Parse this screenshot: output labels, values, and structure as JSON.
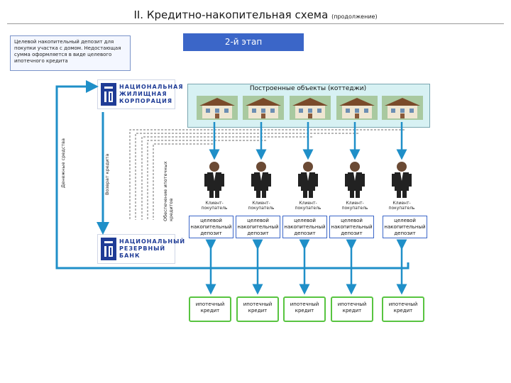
{
  "header": {
    "title": "II. Кредитно-накопительная схема",
    "subtitle": "(продолжение)"
  },
  "note": {
    "text": "Целевой накопительный депозит для покупки участка с домом. Недостающая сумма оформляется в виде целевого ипотечного кредита"
  },
  "stage": {
    "label": "2-й этап"
  },
  "top_logo": {
    "lines": [
      "НАЦИОНАЛЬНАЯ",
      "ЖИЛИЩНАЯ",
      "КОРПОРАЦИЯ"
    ]
  },
  "bottom_logo": {
    "lines": [
      "НАЦИОНАЛЬНЫЙ",
      "РЕЗЕРВНЫЙ",
      "БАНК"
    ]
  },
  "houses": {
    "label": "Построенные объекты (коттеджи)",
    "count": 5
  },
  "flows": {
    "money": "Денежные средства",
    "loan_return": "Возврат кредита",
    "collateral": "Обеспечение ипотечных кредитов"
  },
  "clients": [
    {
      "label": "Клиент-покупатель",
      "deposit": "целевой накопительный депозит",
      "credit": "ипотечный кредит"
    },
    {
      "label": "Клиент-покупатель",
      "deposit": "целевой накопительный депозит",
      "credit": "ипотечный кредит"
    },
    {
      "label": "Клиент-покупатель",
      "deposit": "целевой накопительный депозит",
      "credit": "ипотечный кредит"
    },
    {
      "label": "Клиент-покупатель",
      "deposit": "целевой накопительный депозит",
      "credit": "ипотечный кредит"
    },
    {
      "label": "Клиент-покупатель",
      "deposit": "целевой накопительный депозит",
      "credit": "ипотечный кредит"
    }
  ],
  "colors": {
    "accent": "#3b66c8",
    "flow": "#1f8fc8",
    "credit_border": "#58c440",
    "houses_bg": "#d7f1f3"
  }
}
